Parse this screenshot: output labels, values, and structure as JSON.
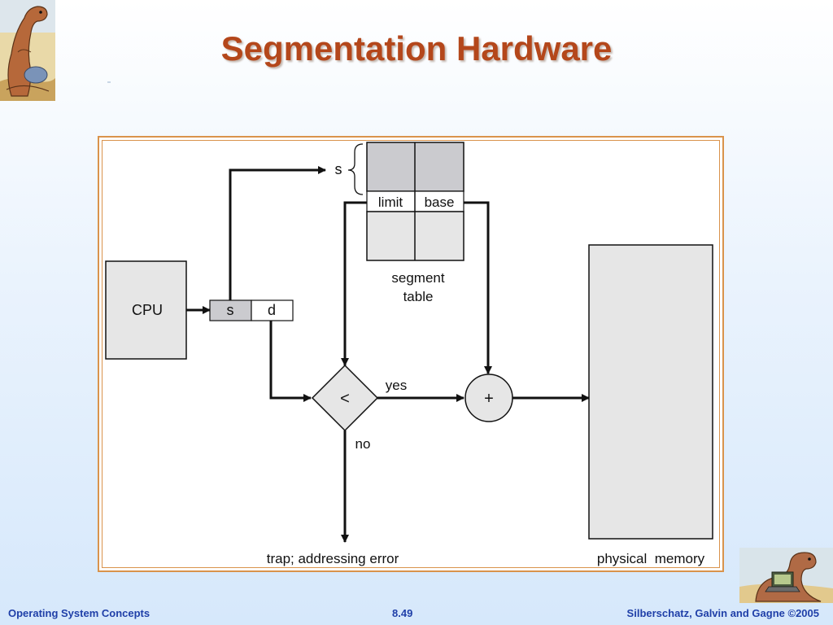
{
  "slide": {
    "title": "Segmentation Hardware",
    "footer_left": "Operating System Concepts",
    "footer_center": "8.49",
    "footer_right": "Silberschatz, Galvin and Gagne ©2005"
  },
  "diagram": {
    "cpu_label": "CPU",
    "address_s": "s",
    "address_d": "d",
    "segment_index_label": "s",
    "limit_label": "limit",
    "base_label": "base",
    "segment_table_line1": "segment",
    "segment_table_line2": "table",
    "compare_symbol": "<",
    "add_symbol": "+",
    "yes_label": "yes",
    "no_label": "no",
    "trap_label": "trap; addressing error",
    "memory_label": "physical  memory"
  },
  "colors": {
    "title": "#b4471b",
    "frame_border": "#d9934c",
    "footer_text": "#1f3fa8",
    "box_fill": "#e6e6e6",
    "selected_row_fill": "#cbcbcf"
  },
  "icons": {
    "top_left": "dinosaur-mascot-icon",
    "bottom_right": "dinosaur-with-laptop-icon"
  }
}
